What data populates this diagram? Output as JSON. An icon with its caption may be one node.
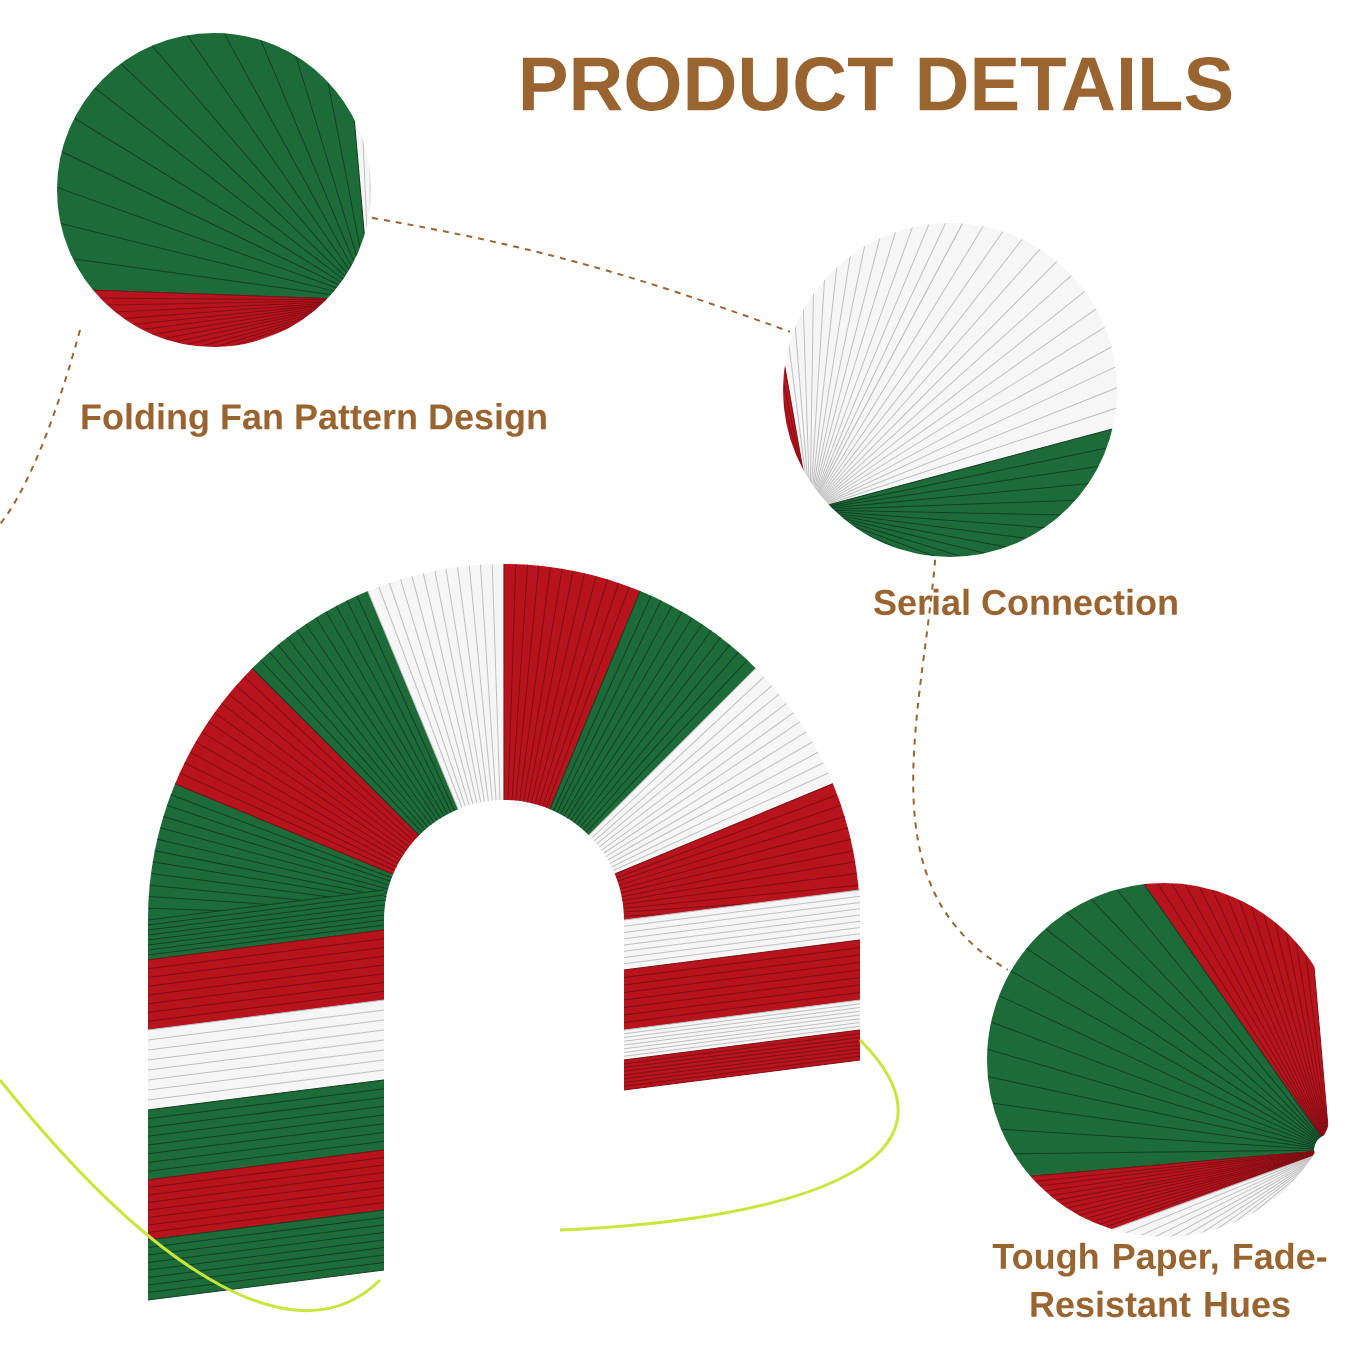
{
  "diagram": {
    "title": "PRODUCT DETAILS",
    "nodes": [
      {
        "text": [
          "Folding Fan Pattern Design"
        ]
      },
      {
        "text": [
          "Serial Connection"
        ]
      },
      {
        "text": [
          "Tough Paper, Fade-Resistant Hues"
        ]
      }
    ],
    "edges": [
      {
        "from": 0,
        "to": 1,
        "arrow": "none",
        "style": "dashed"
      },
      {
        "from": 1,
        "to": 2,
        "arrow": "none",
        "style": "dashed"
      }
    ]
  }
}
